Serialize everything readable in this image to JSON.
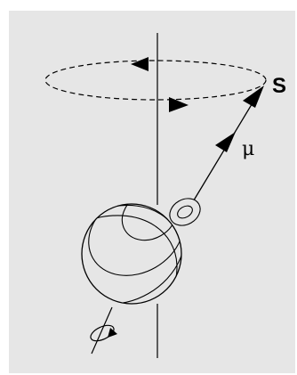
{
  "labels": {
    "spin": "S",
    "moment": "μ"
  },
  "colors": {
    "background": "#e6e6e6",
    "ink": "#000000",
    "sphere_fill": "#e6e6e6"
  },
  "icons": {
    "rotation": "circular-arrow-icon",
    "precession": "dashed-ellipse-orbit"
  }
}
